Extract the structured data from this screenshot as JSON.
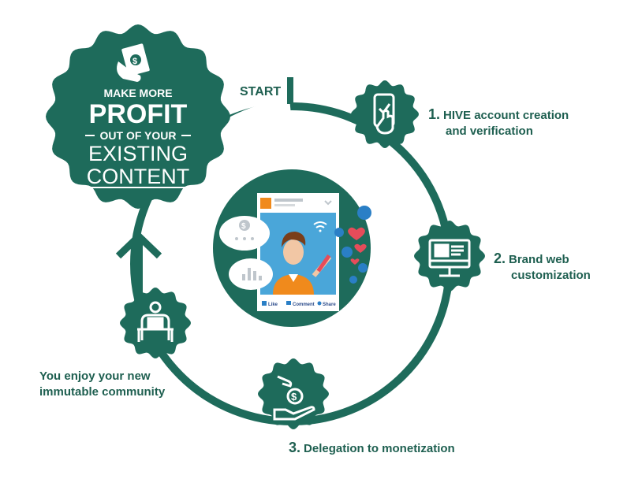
{
  "colors": {
    "primary": "#1e6b5b",
    "primary_dark": "#17574a",
    "accent_blue": "#2a7fc6",
    "accent_orange": "#f08a1c",
    "accent_red": "#e64c5a"
  },
  "badge": {
    "line1": "MAKE MORE",
    "line2": "PROFIT",
    "line3": "OUT OF YOUR",
    "line4": "EXISTING",
    "line5": "CONTENT"
  },
  "start_label": "START",
  "steps": [
    {
      "num": "1.",
      "line1": "HIVE account creation",
      "line2": "and verification",
      "icon": "phone-touch-icon"
    },
    {
      "num": "2.",
      "line1": "Brand web",
      "line2": "customization",
      "icon": "monitor-web-icon"
    },
    {
      "num": "3.",
      "line1": "Delegation to monetization",
      "line2": "",
      "icon": "hand-money-icon"
    }
  ],
  "final": {
    "line1": "You enjoy your new",
    "line2": "immutable community",
    "icon": "person-laptop-icon"
  },
  "social": {
    "like": "Like",
    "comment": "Comment",
    "share": "Share"
  }
}
